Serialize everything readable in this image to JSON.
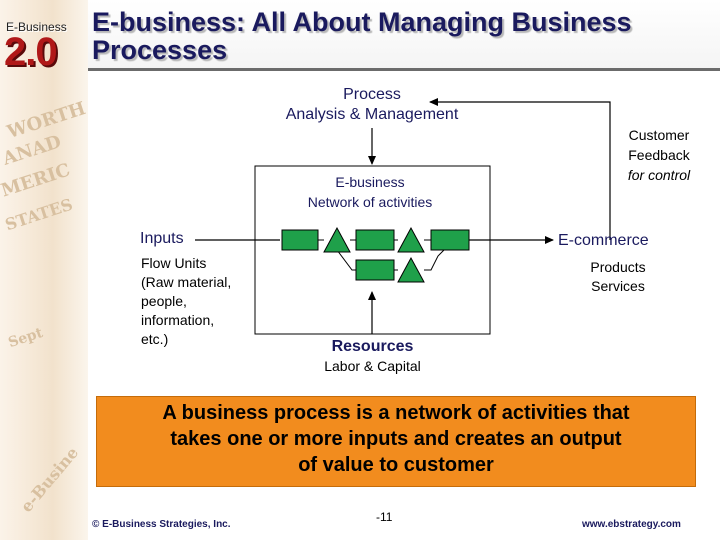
{
  "header": {
    "badge_small": "E-Business",
    "badge_big": "2.0",
    "title": "E-business: All About Managing Business Processes"
  },
  "diagram": {
    "process_analysis": [
      "Process",
      "Analysis & Management"
    ],
    "customer_feedback": [
      "Customer",
      "Feedback",
      "for control"
    ],
    "network": [
      "E-business",
      "Network of activities"
    ],
    "inputs_label": "Inputs",
    "inputs_detail": [
      "Flow Units",
      "(Raw material,",
      "people,",
      "information,",
      "etc.)"
    ],
    "ecommerce_label": "E-commerce",
    "outputs_detail": [
      "Products",
      "Services"
    ],
    "resources_label": "Resources",
    "resources_detail": "Labor & Capital"
  },
  "callout": {
    "text": [
      "A business process is a network of activities that",
      "takes one or more inputs and creates an output",
      "of value to customer"
    ]
  },
  "footer": {
    "copyright": "© E-Business Strategies, Inc.",
    "page": "-11",
    "url": "www.ebstrategy.com"
  },
  "colors": {
    "activity_box": "#1fa04a",
    "title": "#1a1a5e",
    "callout_bg": "#f28c1e",
    "badge": "#b01818"
  }
}
